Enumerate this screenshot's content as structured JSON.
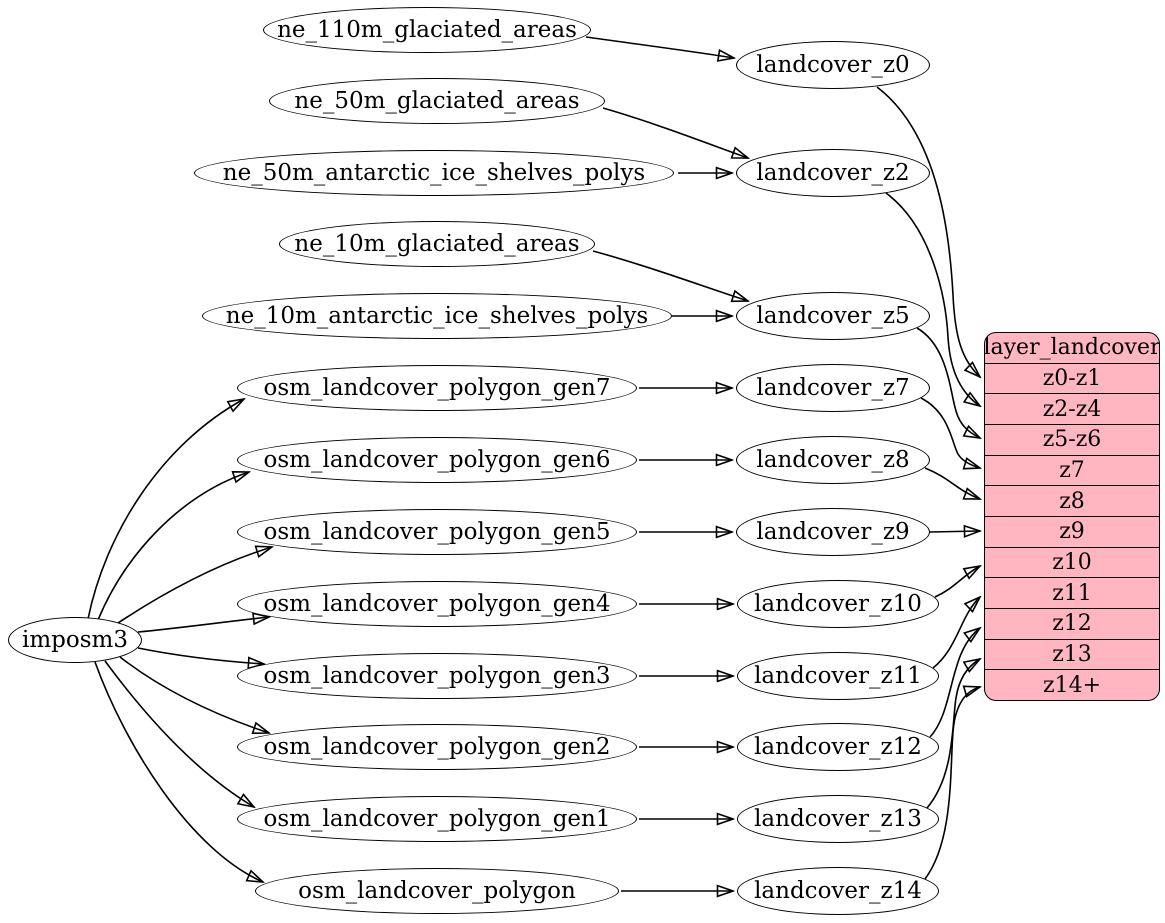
{
  "diagram": {
    "kind": "dependency-graph",
    "background": "#ffffff",
    "colors": {
      "node_fill": "#ffffff",
      "node_stroke": "#000000",
      "edge": "#000000",
      "table_fill": "#ffb6c1",
      "text": "#000000"
    }
  },
  "nodes": {
    "imposm3": {
      "label": "imposm3"
    },
    "ne_110m_glaciated_areas": {
      "label": "ne_110m_glaciated_areas"
    },
    "ne_50m_glaciated_areas": {
      "label": "ne_50m_glaciated_areas"
    },
    "ne_50m_antarctic_ice_shelves_polys": {
      "label": "ne_50m_antarctic_ice_shelves_polys"
    },
    "ne_10m_glaciated_areas": {
      "label": "ne_10m_glaciated_areas"
    },
    "ne_10m_antarctic_ice_shelves_polys": {
      "label": "ne_10m_antarctic_ice_shelves_polys"
    },
    "osm_landcover_polygon_gen7": {
      "label": "osm_landcover_polygon_gen7"
    },
    "osm_landcover_polygon_gen6": {
      "label": "osm_landcover_polygon_gen6"
    },
    "osm_landcover_polygon_gen5": {
      "label": "osm_landcover_polygon_gen5"
    },
    "osm_landcover_polygon_gen4": {
      "label": "osm_landcover_polygon_gen4"
    },
    "osm_landcover_polygon_gen3": {
      "label": "osm_landcover_polygon_gen3"
    },
    "osm_landcover_polygon_gen2": {
      "label": "osm_landcover_polygon_gen2"
    },
    "osm_landcover_polygon_gen1": {
      "label": "osm_landcover_polygon_gen1"
    },
    "osm_landcover_polygon": {
      "label": "osm_landcover_polygon"
    },
    "landcover_z0": {
      "label": "landcover_z0"
    },
    "landcover_z2": {
      "label": "landcover_z2"
    },
    "landcover_z5": {
      "label": "landcover_z5"
    },
    "landcover_z7": {
      "label": "landcover_z7"
    },
    "landcover_z8": {
      "label": "landcover_z8"
    },
    "landcover_z9": {
      "label": "landcover_z9"
    },
    "landcover_z10": {
      "label": "landcover_z10"
    },
    "landcover_z11": {
      "label": "landcover_z11"
    },
    "landcover_z12": {
      "label": "landcover_z12"
    },
    "landcover_z13": {
      "label": "landcover_z13"
    },
    "landcover_z14": {
      "label": "landcover_z14"
    }
  },
  "table": {
    "title": "layer_landcover",
    "rows": [
      "z0-z1",
      "z2-z4",
      "z5-z6",
      "z7",
      "z8",
      "z9",
      "z10",
      "z11",
      "z12",
      "z13",
      "z14+"
    ]
  },
  "edges": [
    {
      "from": "ne_110m_glaciated_areas",
      "to": "landcover_z0"
    },
    {
      "from": "ne_50m_glaciated_areas",
      "to": "landcover_z2"
    },
    {
      "from": "ne_50m_antarctic_ice_shelves_polys",
      "to": "landcover_z2"
    },
    {
      "from": "ne_10m_glaciated_areas",
      "to": "landcover_z5"
    },
    {
      "from": "ne_10m_antarctic_ice_shelves_polys",
      "to": "landcover_z5"
    },
    {
      "from": "imposm3",
      "to": "osm_landcover_polygon_gen7"
    },
    {
      "from": "imposm3",
      "to": "osm_landcover_polygon_gen6"
    },
    {
      "from": "imposm3",
      "to": "osm_landcover_polygon_gen5"
    },
    {
      "from": "imposm3",
      "to": "osm_landcover_polygon_gen4"
    },
    {
      "from": "imposm3",
      "to": "osm_landcover_polygon_gen3"
    },
    {
      "from": "imposm3",
      "to": "osm_landcover_polygon_gen2"
    },
    {
      "from": "imposm3",
      "to": "osm_landcover_polygon_gen1"
    },
    {
      "from": "imposm3",
      "to": "osm_landcover_polygon"
    },
    {
      "from": "osm_landcover_polygon_gen7",
      "to": "landcover_z7"
    },
    {
      "from": "osm_landcover_polygon_gen6",
      "to": "landcover_z8"
    },
    {
      "from": "osm_landcover_polygon_gen5",
      "to": "landcover_z9"
    },
    {
      "from": "osm_landcover_polygon_gen4",
      "to": "landcover_z10"
    },
    {
      "from": "osm_landcover_polygon_gen3",
      "to": "landcover_z11"
    },
    {
      "from": "osm_landcover_polygon_gen2",
      "to": "landcover_z12"
    },
    {
      "from": "osm_landcover_polygon_gen1",
      "to": "landcover_z13"
    },
    {
      "from": "osm_landcover_polygon",
      "to": "landcover_z14"
    },
    {
      "from": "landcover_z0",
      "to": "layer_landcover:z0-z1"
    },
    {
      "from": "landcover_z2",
      "to": "layer_landcover:z2-z4"
    },
    {
      "from": "landcover_z5",
      "to": "layer_landcover:z5-z6"
    },
    {
      "from": "landcover_z7",
      "to": "layer_landcover:z7"
    },
    {
      "from": "landcover_z8",
      "to": "layer_landcover:z8"
    },
    {
      "from": "landcover_z9",
      "to": "layer_landcover:z9"
    },
    {
      "from": "landcover_z10",
      "to": "layer_landcover:z10"
    },
    {
      "from": "landcover_z11",
      "to": "layer_landcover:z11"
    },
    {
      "from": "landcover_z12",
      "to": "layer_landcover:z12"
    },
    {
      "from": "landcover_z13",
      "to": "layer_landcover:z13"
    },
    {
      "from": "landcover_z14",
      "to": "layer_landcover:z14+"
    }
  ]
}
